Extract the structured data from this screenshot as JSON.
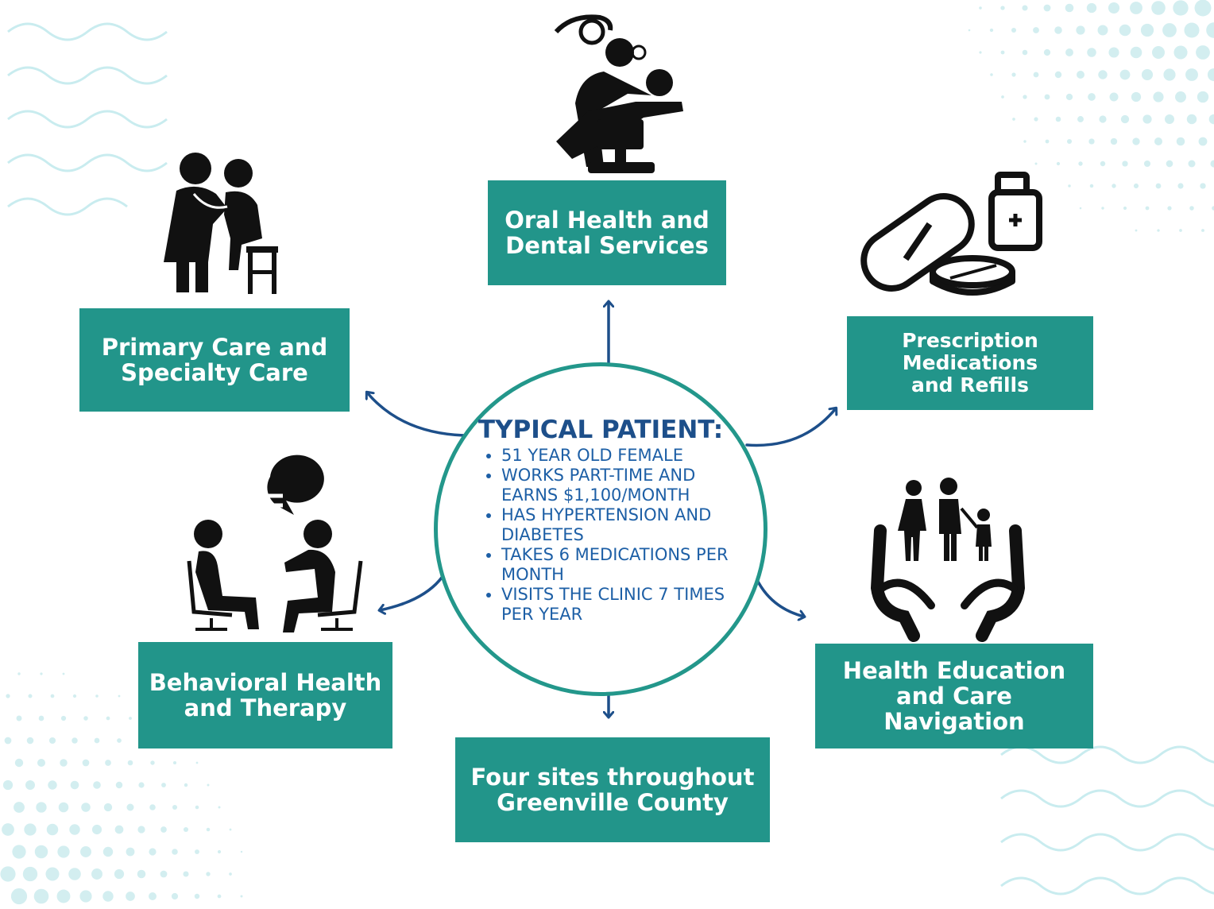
{
  "center": {
    "title": "TYPICAL PATIENT:",
    "items": [
      "51 YEAR OLD FEMALE",
      "WORKS PART-TIME AND EARNS $1,100/MONTH",
      "HAS HYPERTENSION AND DIABETES",
      "TAKES 6 MEDICATIONS PER MONTH",
      "VISITS THE CLINIC 7 TIMES PER YEAR"
    ]
  },
  "services": {
    "primary": "Primary Care and\nSpecialty Care",
    "oral": "Oral Health and\nDental Services",
    "rx": "Prescription\nMedications\nand Refills",
    "behavioral": "Behavioral Health\nand Therapy",
    "sites": "Four sites throughout\nGreenville County",
    "education": "Health Education\nand Care\nNavigation"
  },
  "icons": {
    "primary": "doctor-patient-icon",
    "oral": "dental-chair-icon",
    "rx": "pills-bottle-icon",
    "behavioral": "therapy-session-icon",
    "education": "family-hands-icon"
  },
  "colors": {
    "box": "#22958a",
    "circle": "#23978b",
    "title": "#1d4f8a",
    "list": "#1d5fa6",
    "arrow": "#1d4f8a",
    "icon": "#111111"
  }
}
